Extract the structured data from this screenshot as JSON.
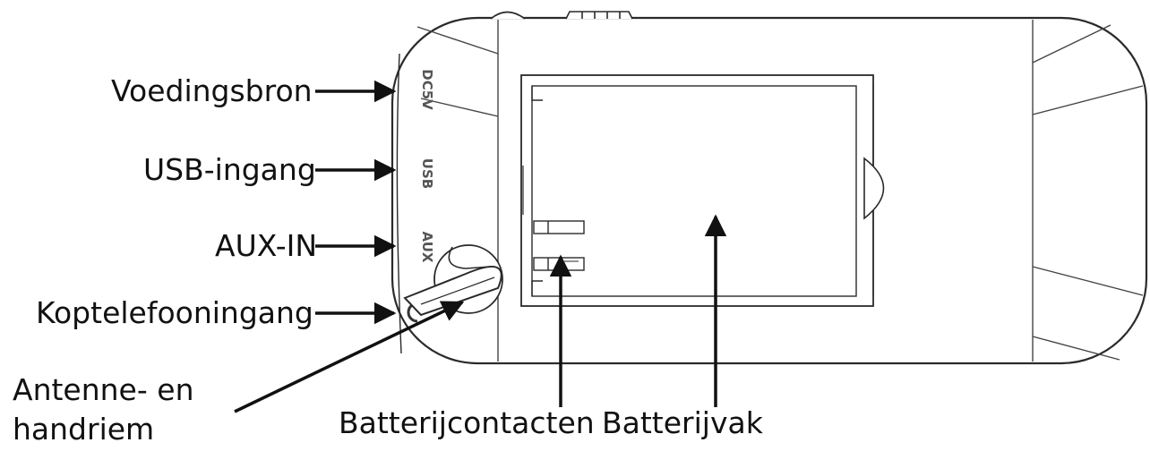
{
  "callouts": {
    "power": "Voedingsbron",
    "usb": "USB-ingang",
    "aux": "AUX-IN",
    "headphone": "Koptelefooningang",
    "antenna_line1": "Antenne- en",
    "antenna_line2": "handriem",
    "battery_contacts": "Batterijcontacten",
    "battery_compartment": "Batterijvak"
  },
  "ports": {
    "dc": "DC5V",
    "usb": "USB",
    "aux": "AUX"
  }
}
